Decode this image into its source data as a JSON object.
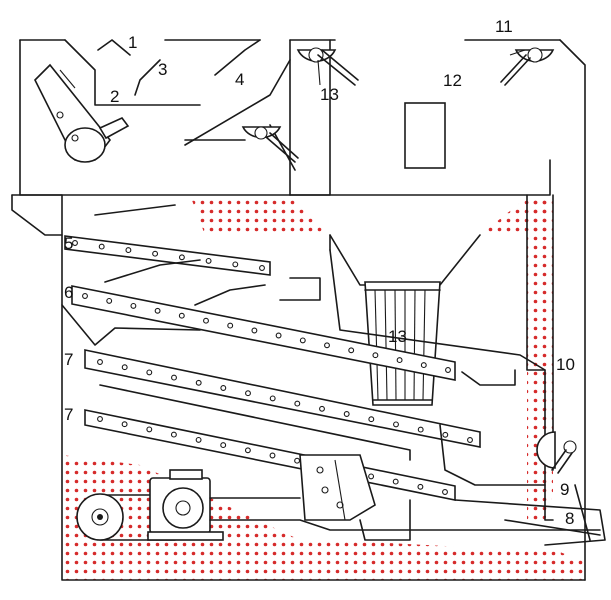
{
  "figure": {
    "fill_color": "#d62b2b",
    "line_color": "#1a1a1a"
  },
  "callouts": {
    "c1": "1",
    "c2": "2",
    "c3": "3",
    "c4": "4",
    "c5": "5",
    "c6": "6",
    "c7a": "7",
    "c7b": "7",
    "c8": "8",
    "c9": "9",
    "c10": "10",
    "c11": "11",
    "c12": "12",
    "c13a": "13",
    "c13b": "13"
  }
}
